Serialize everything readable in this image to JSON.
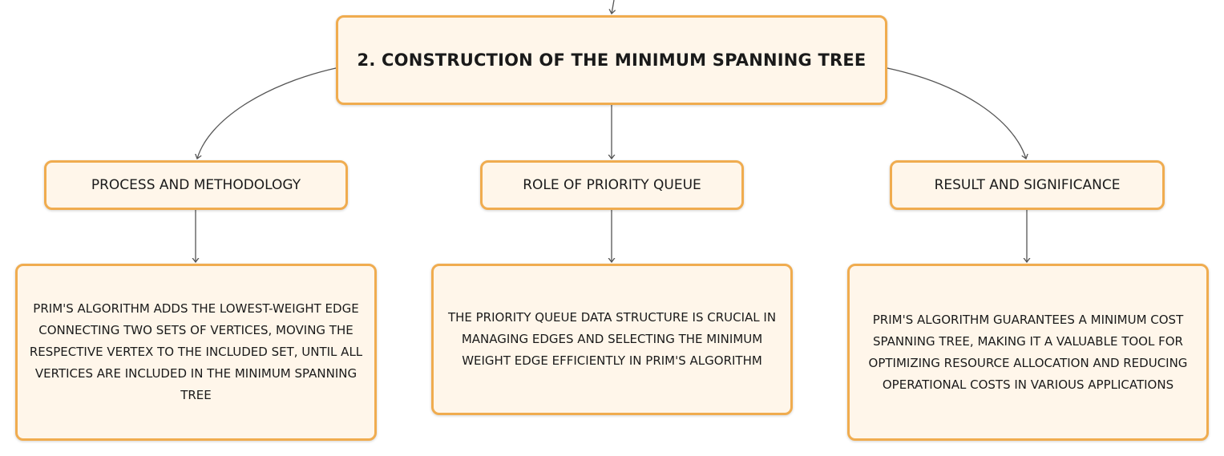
{
  "diagram": {
    "root": {
      "label": "2. CONSTRUCTION OF THE MINIMUM SPANNING TREE"
    },
    "branches": [
      {
        "label": "PROCESS AND METHODOLOGY",
        "detail": "PRIM'S ALGORITHM ADDS THE LOWEST-WEIGHT EDGE CONNECTING TWO SETS OF VERTICES, MOVING THE RESPECTIVE VERTEX TO THE INCLUDED SET, UNTIL ALL VERTICES ARE INCLUDED IN THE MINIMUM SPANNING TREE"
      },
      {
        "label": "ROLE OF PRIORITY QUEUE",
        "detail": "THE PRIORITY QUEUE DATA STRUCTURE IS CRUCIAL IN MANAGING EDGES AND SELECTING THE MINIMUM WEIGHT EDGE EFFICIENTLY IN PRIM'S ALGORITHM"
      },
      {
        "label": "RESULT AND SIGNIFICANCE",
        "detail": "PRIM'S ALGORITHM GUARANTEES A MINIMUM COST SPANNING TREE, MAKING IT A VALUABLE TOOL FOR OPTIMIZING RESOURCE ALLOCATION AND REDUCING OPERATIONAL COSTS IN VARIOUS APPLICATIONS"
      }
    ]
  },
  "colors": {
    "node_fill": "#fff6ea",
    "node_border": "#f0ac4f",
    "connector": "#555555",
    "text": "#1a1a1a"
  }
}
